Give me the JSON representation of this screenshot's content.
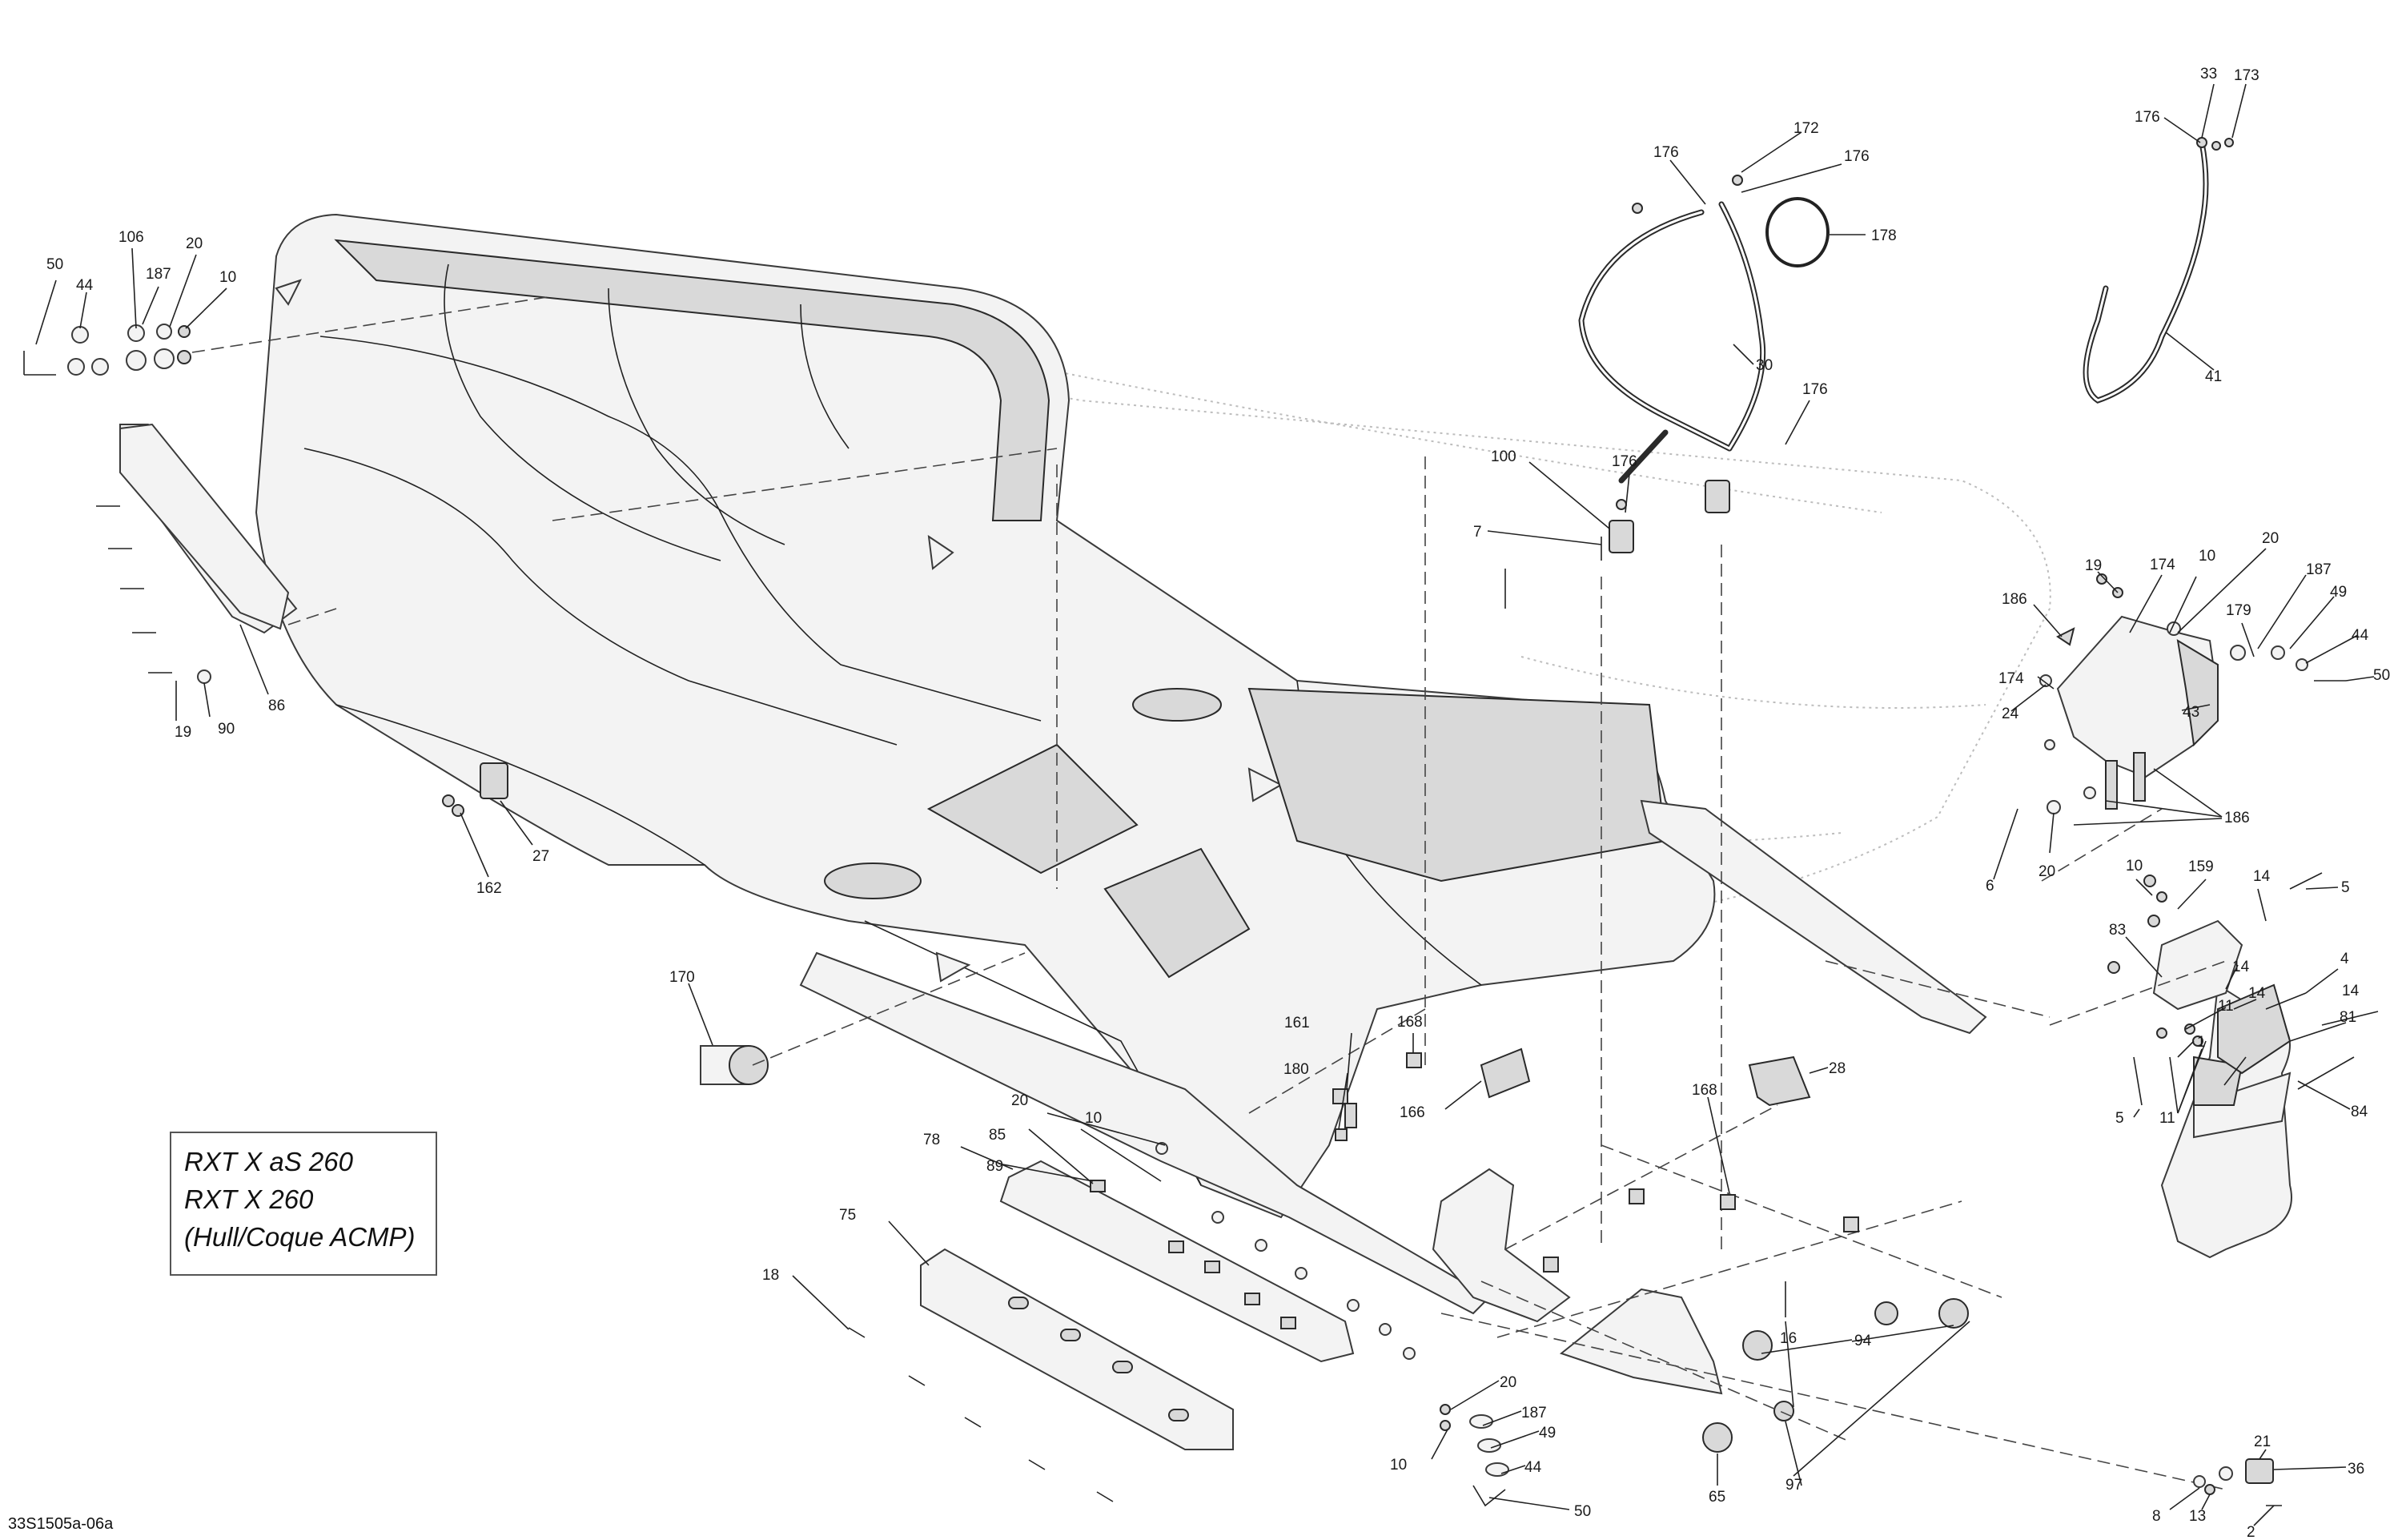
{
  "model_box": {
    "lines": [
      "RXT X aS 260",
      "RXT X 260",
      "(Hull/Coque ACMP)"
    ]
  },
  "reference_code": "33S1505a-06a",
  "callouts": [
    {
      "label": "50"
    },
    {
      "label": "106"
    },
    {
      "label": "44"
    },
    {
      "label": "187"
    },
    {
      "label": "20"
    },
    {
      "label": "10"
    },
    {
      "label": "19"
    },
    {
      "label": "90"
    },
    {
      "label": "86"
    },
    {
      "label": "162"
    },
    {
      "label": "27"
    },
    {
      "label": "170"
    },
    {
      "label": "176"
    },
    {
      "label": "172"
    },
    {
      "label": "176"
    },
    {
      "label": "178"
    },
    {
      "label": "30"
    },
    {
      "label": "176"
    },
    {
      "label": "100"
    },
    {
      "label": "176"
    },
    {
      "label": "7"
    },
    {
      "label": "33"
    },
    {
      "label": "173"
    },
    {
      "label": "176"
    },
    {
      "label": "41"
    },
    {
      "label": "19"
    },
    {
      "label": "174"
    },
    {
      "label": "10"
    },
    {
      "label": "20"
    },
    {
      "label": "186"
    },
    {
      "label": "179"
    },
    {
      "label": "187"
    },
    {
      "label": "49"
    },
    {
      "label": "44"
    },
    {
      "label": "50"
    },
    {
      "label": "174"
    },
    {
      "label": "24"
    },
    {
      "label": "43"
    },
    {
      "label": "186"
    },
    {
      "label": "6"
    },
    {
      "label": "20"
    },
    {
      "label": "10"
    },
    {
      "label": "159"
    },
    {
      "label": "14"
    },
    {
      "label": "5"
    },
    {
      "label": "83"
    },
    {
      "label": "14"
    },
    {
      "label": "11"
    },
    {
      "label": "4"
    },
    {
      "label": "14"
    },
    {
      "label": "81"
    },
    {
      "label": "14"
    },
    {
      "label": "1"
    },
    {
      "label": "5"
    },
    {
      "label": "11"
    },
    {
      "label": "84"
    },
    {
      "label": "161"
    },
    {
      "label": "168"
    },
    {
      "label": "180"
    },
    {
      "label": "166"
    },
    {
      "label": "168"
    },
    {
      "label": "28"
    },
    {
      "label": "20"
    },
    {
      "label": "10"
    },
    {
      "label": "85"
    },
    {
      "label": "78"
    },
    {
      "label": "89"
    },
    {
      "label": "75"
    },
    {
      "label": "18"
    },
    {
      "label": "16"
    },
    {
      "label": "94"
    },
    {
      "label": "97"
    },
    {
      "label": "20"
    },
    {
      "label": "187"
    },
    {
      "label": "49"
    },
    {
      "label": "10"
    },
    {
      "label": "44"
    },
    {
      "label": "50"
    },
    {
      "label": "65"
    },
    {
      "label": "21"
    },
    {
      "label": "36"
    },
    {
      "label": "8"
    },
    {
      "label": "13"
    },
    {
      "label": "2"
    }
  ]
}
